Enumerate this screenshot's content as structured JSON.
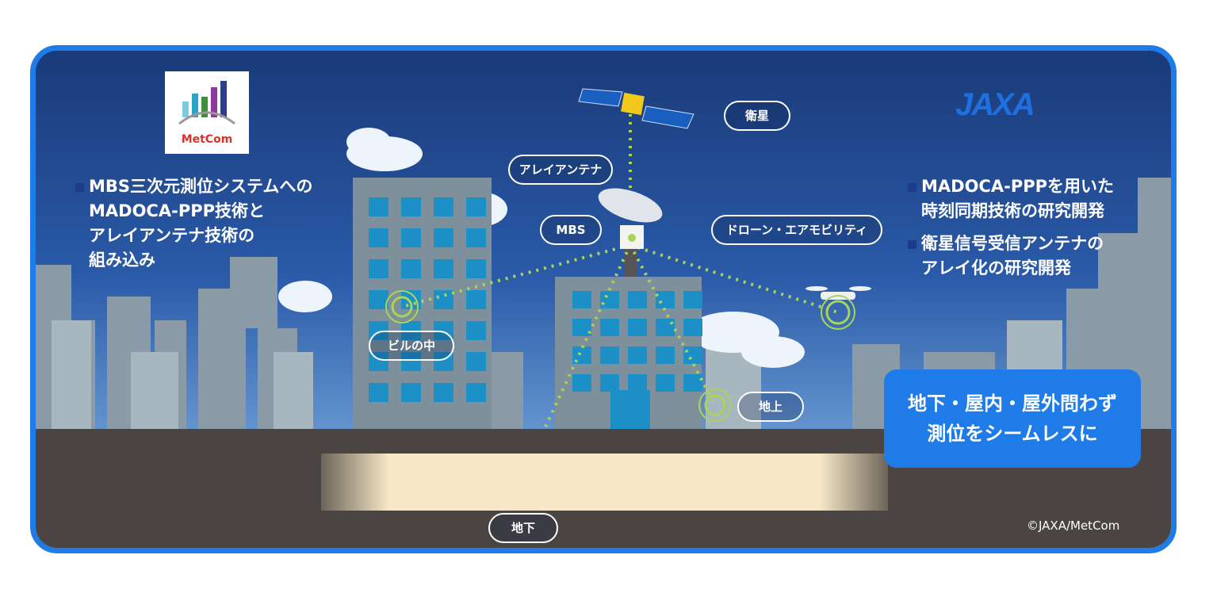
{
  "labels": {
    "satellite": "衛星",
    "array_antenna": "アレイアンテナ",
    "mbs": "MBS",
    "drone": "ドローン・エアモビリティ",
    "in_building": "ビルの中",
    "above_ground": "地上",
    "underground": "地下"
  },
  "metcom": {
    "logo_text": "MetCom",
    "lines": [
      "MBS三次元測位システムへの",
      "MADOCA-PPP技術と",
      "アレイアンテナ技術の",
      "組み込み"
    ]
  },
  "jaxa": {
    "logo_text": "JAXA",
    "item1": [
      "MADOCA-PPPを用いた",
      "時刻同期技術の研究開発"
    ],
    "item2": [
      "衛星信号受信アンテナの",
      "アレイ化の研究開発"
    ]
  },
  "cta": [
    "地下・屋内・屋外問わず",
    "測位をシームレスに"
  ],
  "copyright": "©JAXA/MetCom",
  "colors": {
    "frame": "#1e7be8",
    "signal": "#a8d45a",
    "building": "#7a8f9e",
    "window": "#1d8fc7"
  }
}
